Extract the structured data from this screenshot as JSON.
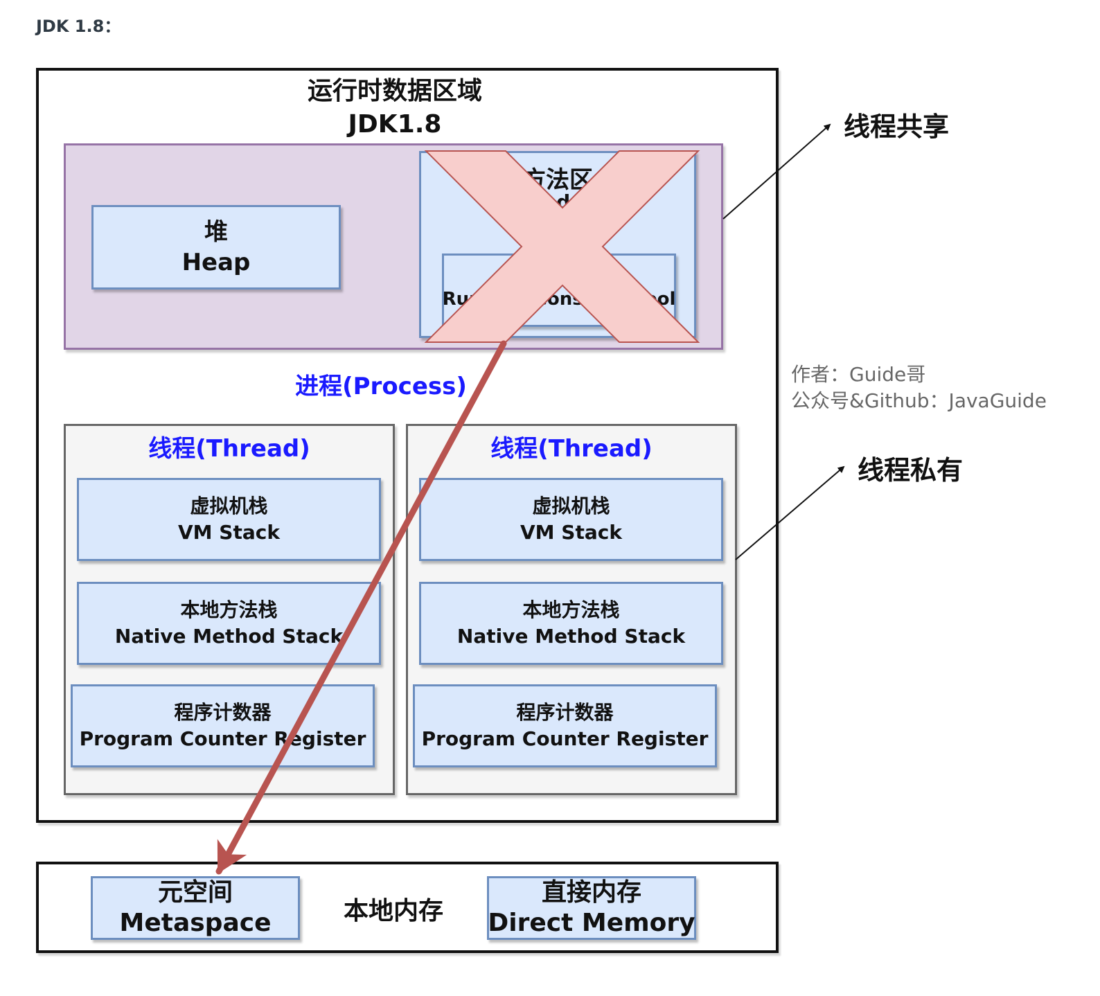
{
  "page": {
    "title": "JDK 1.8："
  },
  "runtime": {
    "title_line1": "运行时数据区域",
    "title_line2": "JDK1.8"
  },
  "heap": {
    "zh": "堆",
    "en": "Heap"
  },
  "method_area": {
    "title": "方法区",
    "subtitle": "Method Area",
    "constant_pool": "Runtime Constant Pool"
  },
  "process": {
    "label": "进程(Process)"
  },
  "threads": [
    {
      "title": "线程(Thread)",
      "vm_stack": {
        "zh": "虚拟机栈",
        "en": "VM Stack"
      },
      "native_stack": {
        "zh": "本地方法栈",
        "en": "Native Method Stack"
      },
      "pc_register": {
        "zh": "程序计数器",
        "en": "Program Counter Register"
      }
    },
    {
      "title": "线程(Thread)",
      "vm_stack": {
        "zh": "虚拟机栈",
        "en": "VM Stack"
      },
      "native_stack": {
        "zh": "本地方法栈",
        "en": "Native Method Stack"
      },
      "pc_register": {
        "zh": "程序计数器",
        "en": "Program Counter Register"
      }
    }
  ],
  "native_memory": {
    "label": "本地内存",
    "metaspace": {
      "zh": "元空间",
      "en": "Metaspace"
    },
    "direct_memory": {
      "zh": "直接内存",
      "en": "Direct Memory"
    }
  },
  "annotations": {
    "shared": "线程共享",
    "private": "线程私有",
    "author_line1": "作者：Guide哥",
    "author_line2": "公众号&Github：JavaGuide"
  },
  "colors": {
    "shared_region_fill": "#e1d5e7",
    "shared_region_border": "#9673a6",
    "box_fill": "#dae8fc",
    "box_border": "#6c8ebf",
    "thread_fill": "#f5f5f5",
    "thread_border": "#666666",
    "cross_fill": "#f8cecc",
    "cross_border": "#b85450",
    "arrow": "#b85450",
    "accent_text": "#1a1aff"
  }
}
